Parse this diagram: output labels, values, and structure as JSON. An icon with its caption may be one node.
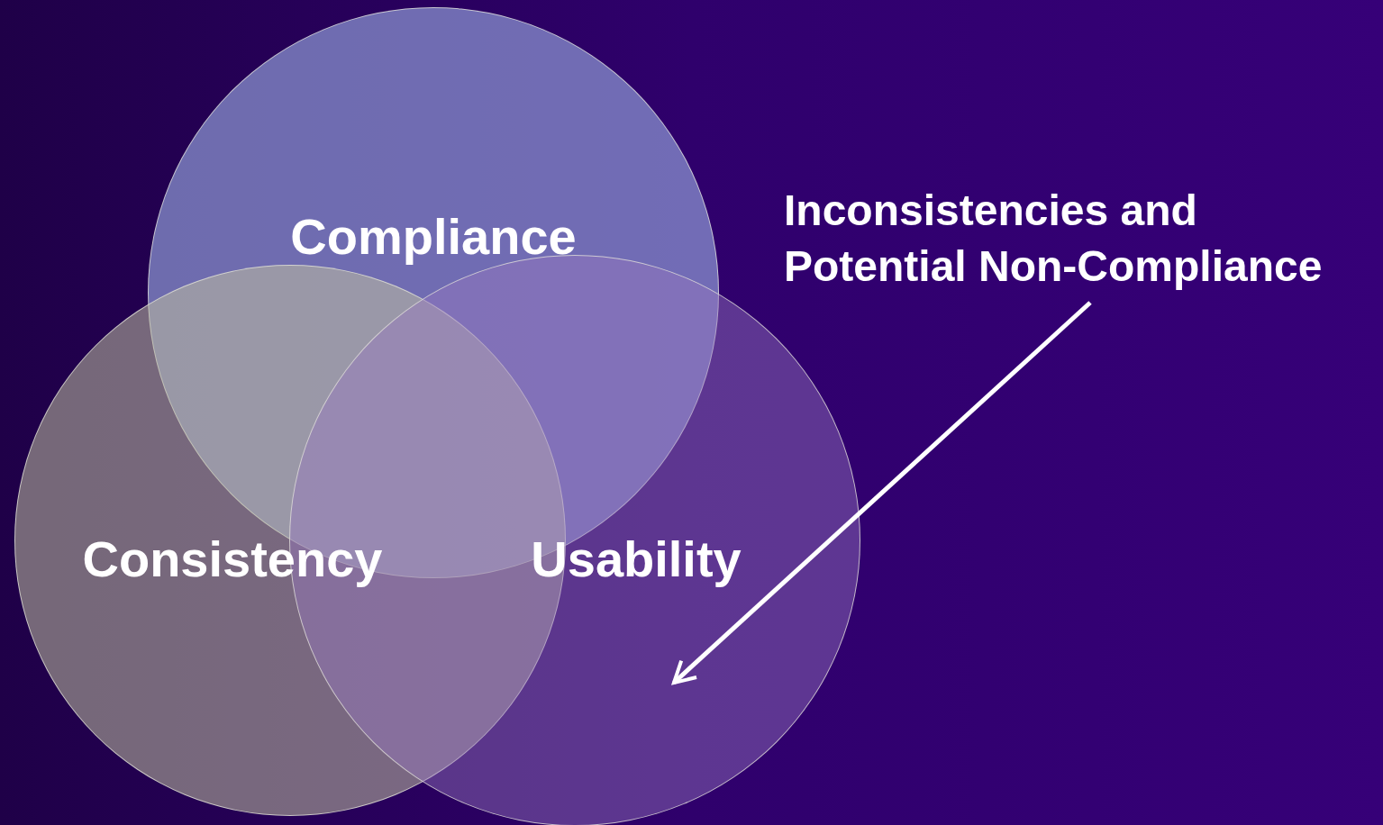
{
  "diagram": {
    "nodes": [
      {
        "text": [
          "Compliance"
        ]
      },
      {
        "text": [
          "Consistency"
        ]
      },
      {
        "text": [
          "Usability"
        ]
      },
      {
        "text": [
          "Inconsistencies and Potential Non-Compliance"
        ]
      }
    ],
    "edges": [
      {
        "from": 3,
        "to": 2,
        "arrow": "to"
      }
    ]
  }
}
